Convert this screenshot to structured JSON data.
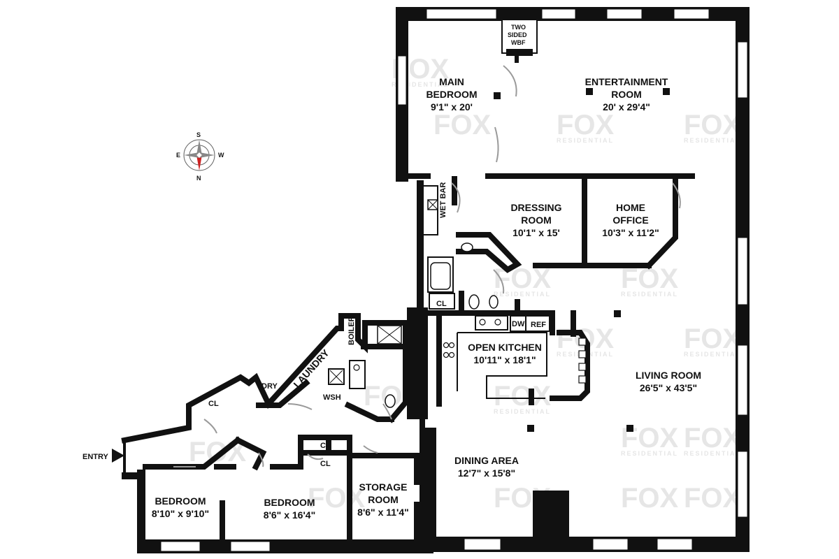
{
  "watermark": {
    "brand": "FOX",
    "sub": "RESIDENTIAL"
  },
  "compass": {
    "n": "N",
    "s": "S",
    "e": "E",
    "w": "W"
  },
  "labels": {
    "entry": "ENTRY",
    "fireplace_1": "TWO",
    "fireplace_2": "SIDED",
    "fireplace_3": "WBF",
    "wet_bar": "WET BAR",
    "cl": "CL",
    "dw": "DW",
    "ref": "REF",
    "boiler": "BOILER",
    "laundry": "LAUNDRY",
    "dry": "DRY",
    "wsh": "WSH"
  },
  "rooms": {
    "main_bedroom": {
      "name_1": "MAIN",
      "name_2": "BEDROOM",
      "dims": "9'1\" x 20'"
    },
    "entertainment": {
      "name_1": "ENTERTAINMENT",
      "name_2": "ROOM",
      "dims": "20' x 29'4\""
    },
    "dressing": {
      "name_1": "DRESSING",
      "name_2": "ROOM",
      "dims": "10'1\" x 15'"
    },
    "home_office": {
      "name_1": "HOME",
      "name_2": "OFFICE",
      "dims": "10'3\" x 11'2\""
    },
    "kitchen": {
      "name": "OPEN KITCHEN",
      "dims": "10'11\" x 18'1\""
    },
    "living": {
      "name": "LIVING ROOM",
      "dims": "26'5\" x 43'5\""
    },
    "dining": {
      "name": "DINING AREA",
      "dims": "12'7\" x 15'8\""
    },
    "bedroom_1": {
      "name": "BEDROOM",
      "dims": "8'10\" x 9'10\""
    },
    "bedroom_2": {
      "name": "BEDROOM",
      "dims": "8'6\" x 16'4\""
    },
    "storage": {
      "name_1": "STORAGE",
      "name_2": "ROOM",
      "dims": "8'6\" x 11'4\""
    }
  }
}
